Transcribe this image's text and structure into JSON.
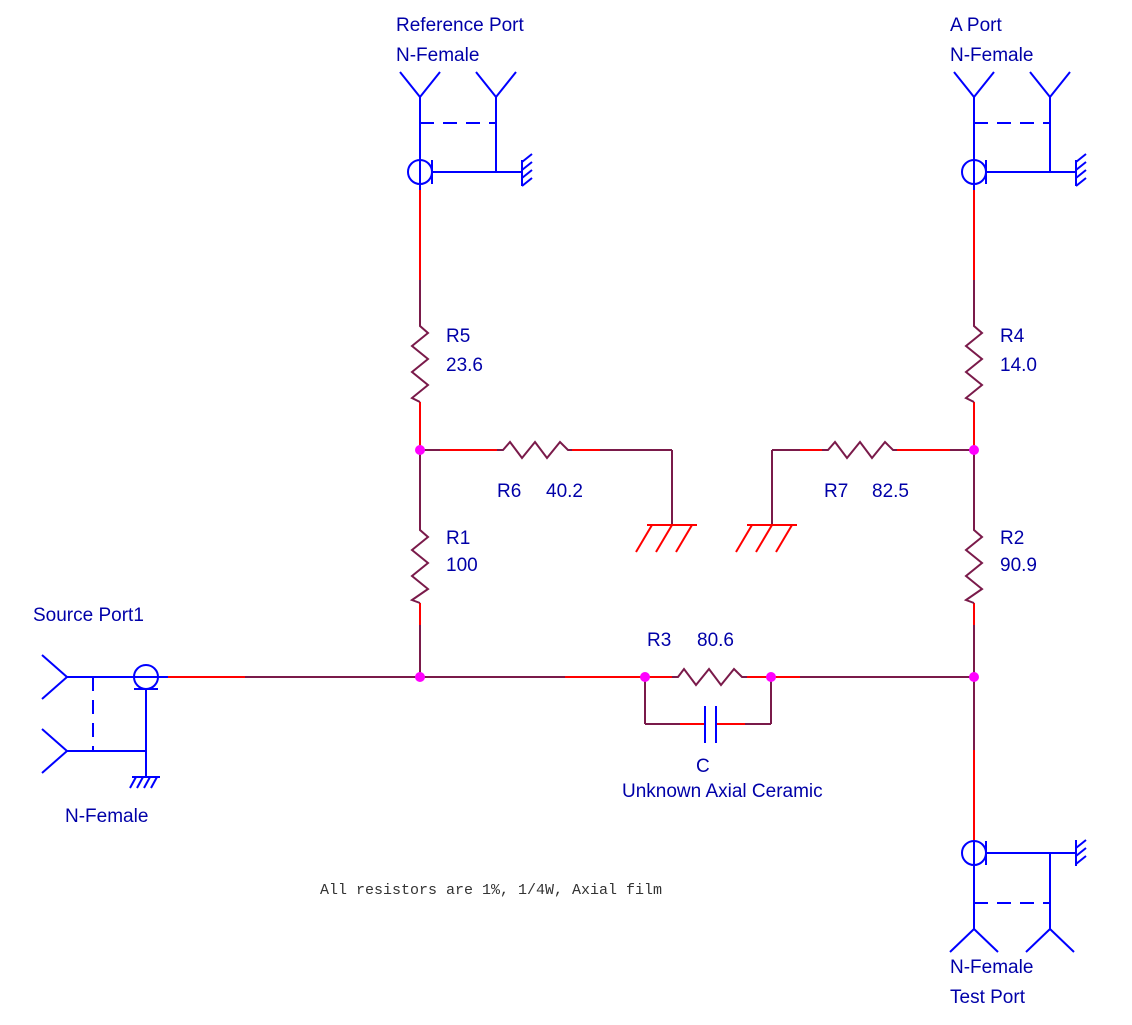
{
  "ports": {
    "reference": {
      "name": "Reference Port",
      "connector": "N-Female"
    },
    "a": {
      "name": "A Port",
      "connector": "N-Female"
    },
    "source": {
      "name": "Source Port1",
      "connector": "N-Female"
    },
    "test": {
      "name": "Test Port",
      "connector": "N-Female"
    }
  },
  "resistors": {
    "r1": {
      "ref": "R1",
      "value": "100"
    },
    "r2": {
      "ref": "R2",
      "value": "90.9"
    },
    "r3": {
      "ref": "R3",
      "value": "80.6"
    },
    "r4": {
      "ref": "R4",
      "value": "14.0"
    },
    "r5": {
      "ref": "R5",
      "value": "23.6"
    },
    "r6": {
      "ref": "R6",
      "value": "40.2"
    },
    "r7": {
      "ref": "R7",
      "value": "82.5"
    }
  },
  "capacitor": {
    "ref": "C",
    "description": "Unknown Axial Ceramic"
  },
  "note": "All resistors are 1%, 1/4W, Axial film",
  "colors": {
    "wire": "#ff0000",
    "wire_dark": "#7a1a4a",
    "connector": "#0000ff",
    "node": "#ff00ff",
    "label": "#0000a8"
  }
}
